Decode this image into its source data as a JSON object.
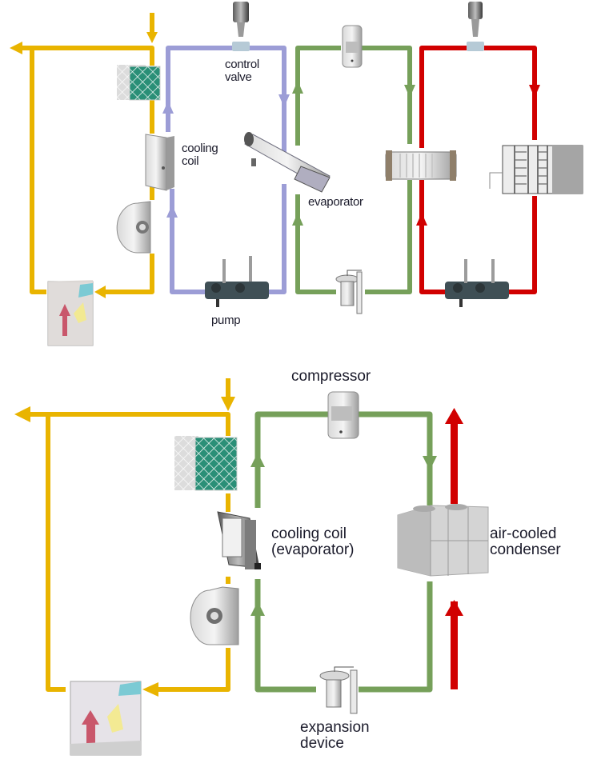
{
  "colors": {
    "air": "#e9b400",
    "chilled_water": "#9c9dd6",
    "refrigerant": "#76a05a",
    "condenser_water": "#d10000"
  },
  "top_diagram": {
    "title": "Chilled-water system",
    "labels": {
      "control_valve": "control\nvalve",
      "cooling_coil": "cooling\ncoil",
      "evaporator": "evaporator",
      "pump": "pump"
    },
    "components": [
      "air-filter",
      "cooling-coil",
      "supply-fan",
      "conditioned-space",
      "control-valve",
      "pump",
      "shell-and-tube-evaporator",
      "compressor",
      "expansion-valve",
      "water-cooled-condenser",
      "condenser-water-control-valve",
      "cooling-tower",
      "condenser-water-pump"
    ]
  },
  "bottom_diagram": {
    "title": "Direct-expansion system",
    "labels": {
      "compressor": "compressor",
      "cooling_coil": "cooling coil\n(evaporator)",
      "condenser": "air-cooled\ncondenser",
      "expansion_device": "expansion\ndevice"
    },
    "components": [
      "air-filter",
      "cooling-coil-evaporator",
      "supply-fan",
      "conditioned-space",
      "compressor",
      "air-cooled-condenser",
      "expansion-device"
    ]
  }
}
